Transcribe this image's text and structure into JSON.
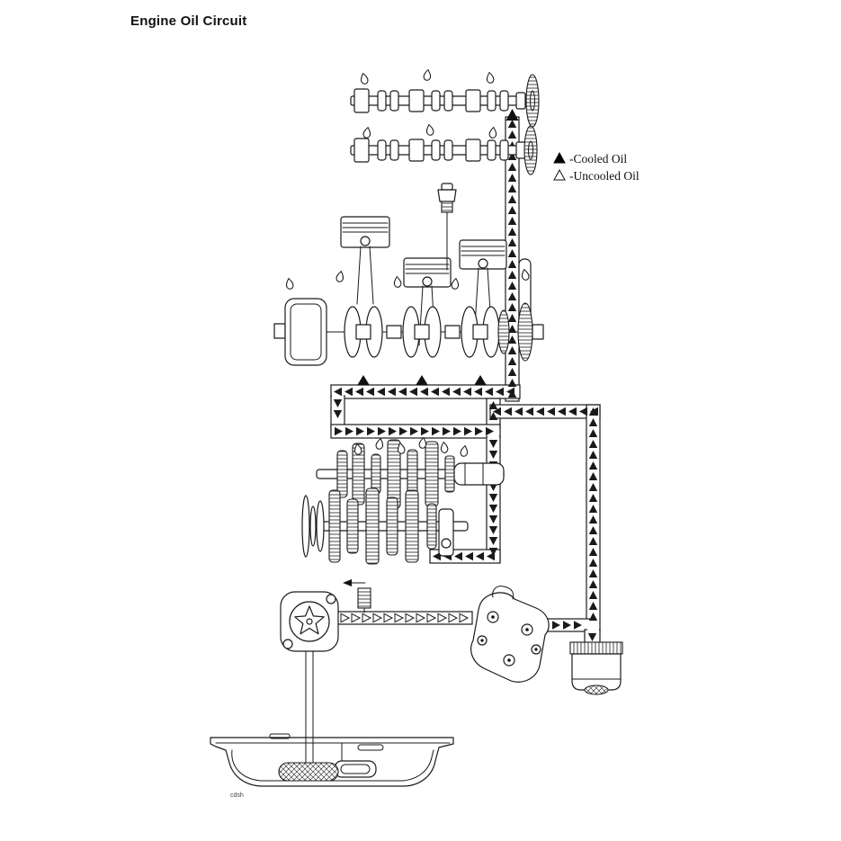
{
  "page": {
    "title": "Engine Oil Circuit",
    "caption": "cdsh"
  },
  "legend": {
    "cooled_label": "-Cooled Oil",
    "uncooled_label": "-Uncooled Oil"
  },
  "colors": {
    "line": "#1a1a1a",
    "background": "#ffffff",
    "cooled_marker": "#000000",
    "uncooled_marker": "#ffffff"
  }
}
